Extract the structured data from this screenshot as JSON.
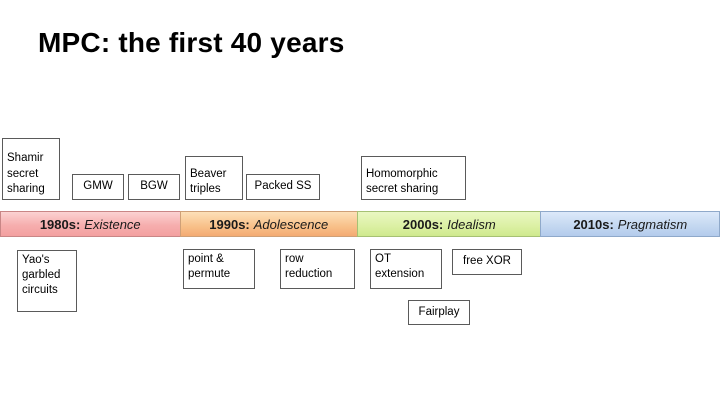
{
  "slide": {
    "title": "MPC: the first 40 years",
    "background": "#ffffff"
  },
  "era_bar": {
    "eras": [
      {
        "decade": "1980s:",
        "name": "Existence",
        "color": "#f6aeae"
      },
      {
        "decade": "1990s:",
        "name": "Adolescence",
        "color": "#f8c089"
      },
      {
        "decade": "2000s:",
        "name": "Idealism",
        "color": "#dbf0a3"
      },
      {
        "decade": "2010s:",
        "name": "Pragmatism",
        "color": "#c3d7f0"
      }
    ]
  },
  "top_nodes": [
    {
      "label": "Shamir\nsecret\nsharing"
    },
    {
      "label": "GMW"
    },
    {
      "label": "BGW"
    },
    {
      "label": "Beaver\ntriples"
    },
    {
      "label": "Packed SS"
    },
    {
      "label": "Homomorphic\nsecret sharing"
    }
  ],
  "bottom_nodes": [
    {
      "label": "Yao's\ngarbled\ncircuits"
    },
    {
      "label": "point &\npermute"
    },
    {
      "label": "row\nreduction"
    },
    {
      "label": "OT\nextension"
    },
    {
      "label": "free XOR"
    },
    {
      "label": "Fairplay"
    }
  ]
}
